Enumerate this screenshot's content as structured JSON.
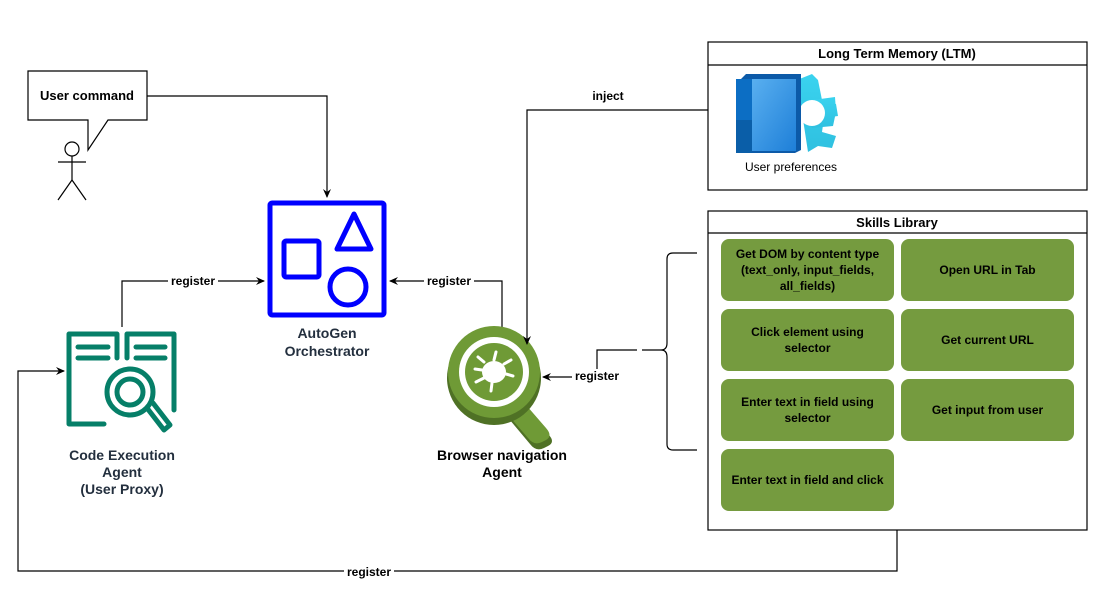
{
  "user": {
    "speech_bubble": "User command"
  },
  "orchestrator": {
    "label_line1": "AutoGen",
    "label_line2": "Orchestrator",
    "color": "#0000ff"
  },
  "code_agent": {
    "label_line1": "Code Execution",
    "label_line2": "Agent",
    "label_line3": "(User Proxy)",
    "color": "#067f68"
  },
  "browser_agent": {
    "label_line1": "Browser navigation",
    "label_line2": "Agent",
    "color": "#6f9a36"
  },
  "ltm": {
    "title": "Long Term Memory (LTM)",
    "item_label": "User preferences"
  },
  "skills_library": {
    "title": "Skills Library",
    "color": "#759b3f",
    "skills": [
      {
        "lines": [
          "Get DOM by content type",
          "(text_only, input_fields,",
          "all_fields)"
        ]
      },
      {
        "lines": [
          "Open URL in Tab"
        ]
      },
      {
        "lines": [
          "Click element using",
          "selector"
        ]
      },
      {
        "lines": [
          "Get current URL"
        ]
      },
      {
        "lines": [
          "Enter text in field using",
          "selector"
        ]
      },
      {
        "lines": [
          "Get input from user"
        ]
      },
      {
        "lines": [
          "Enter text in field and click"
        ]
      }
    ]
  },
  "edges": {
    "code_to_orchestrator": "register",
    "browser_to_orchestrator": "register",
    "skills_to_browser": "register",
    "skills_to_code": "register",
    "ltm_to_browser": "inject"
  }
}
